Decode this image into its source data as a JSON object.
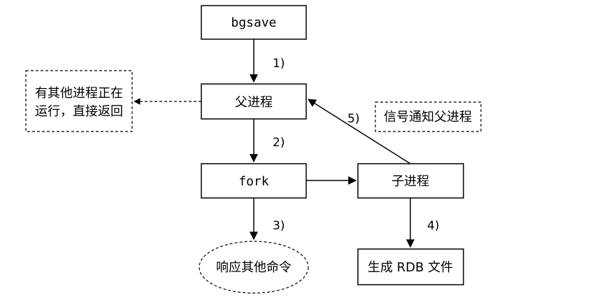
{
  "nodes": {
    "bgsave": "bgsave",
    "parent": "父进程",
    "fork": "fork",
    "child": "子进程",
    "respond": "响应其他命令",
    "rdb": "生成 RDB 文件",
    "note_other_line1": "有其他进程正在",
    "note_other_line2": "运行，直接返回",
    "note_signal": "信号通知父进程"
  },
  "steps": {
    "s1": "1)",
    "s2": "2)",
    "s3": "3)",
    "s4": "4)",
    "s5": "5)"
  }
}
